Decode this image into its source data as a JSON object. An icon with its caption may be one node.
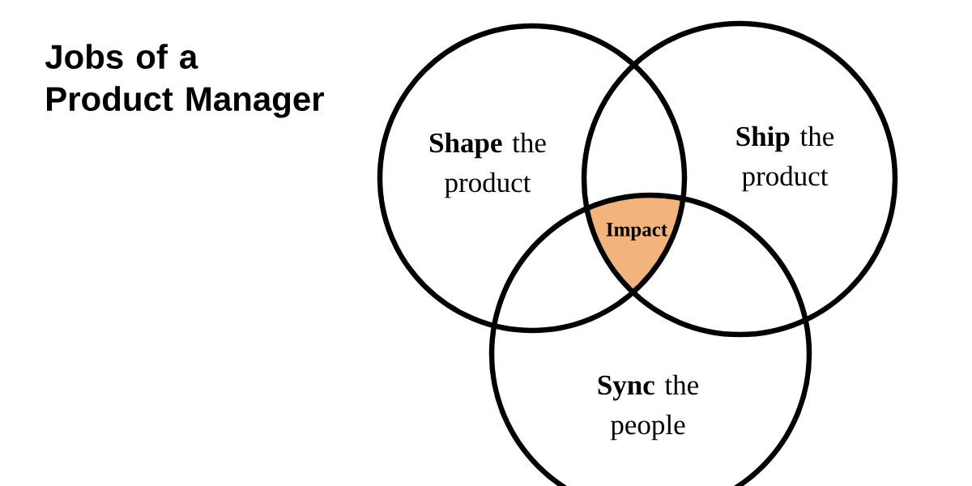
{
  "diagram": {
    "title": "Jobs of a Product Manager",
    "nodes": [
      {
        "text": [
          "**Shape** the product"
        ]
      },
      {
        "text": [
          "**Ship** the product"
        ]
      },
      {
        "text": [
          "**Sync** the people"
        ]
      },
      {
        "text": [
          "Impact"
        ]
      }
    ]
  }
}
